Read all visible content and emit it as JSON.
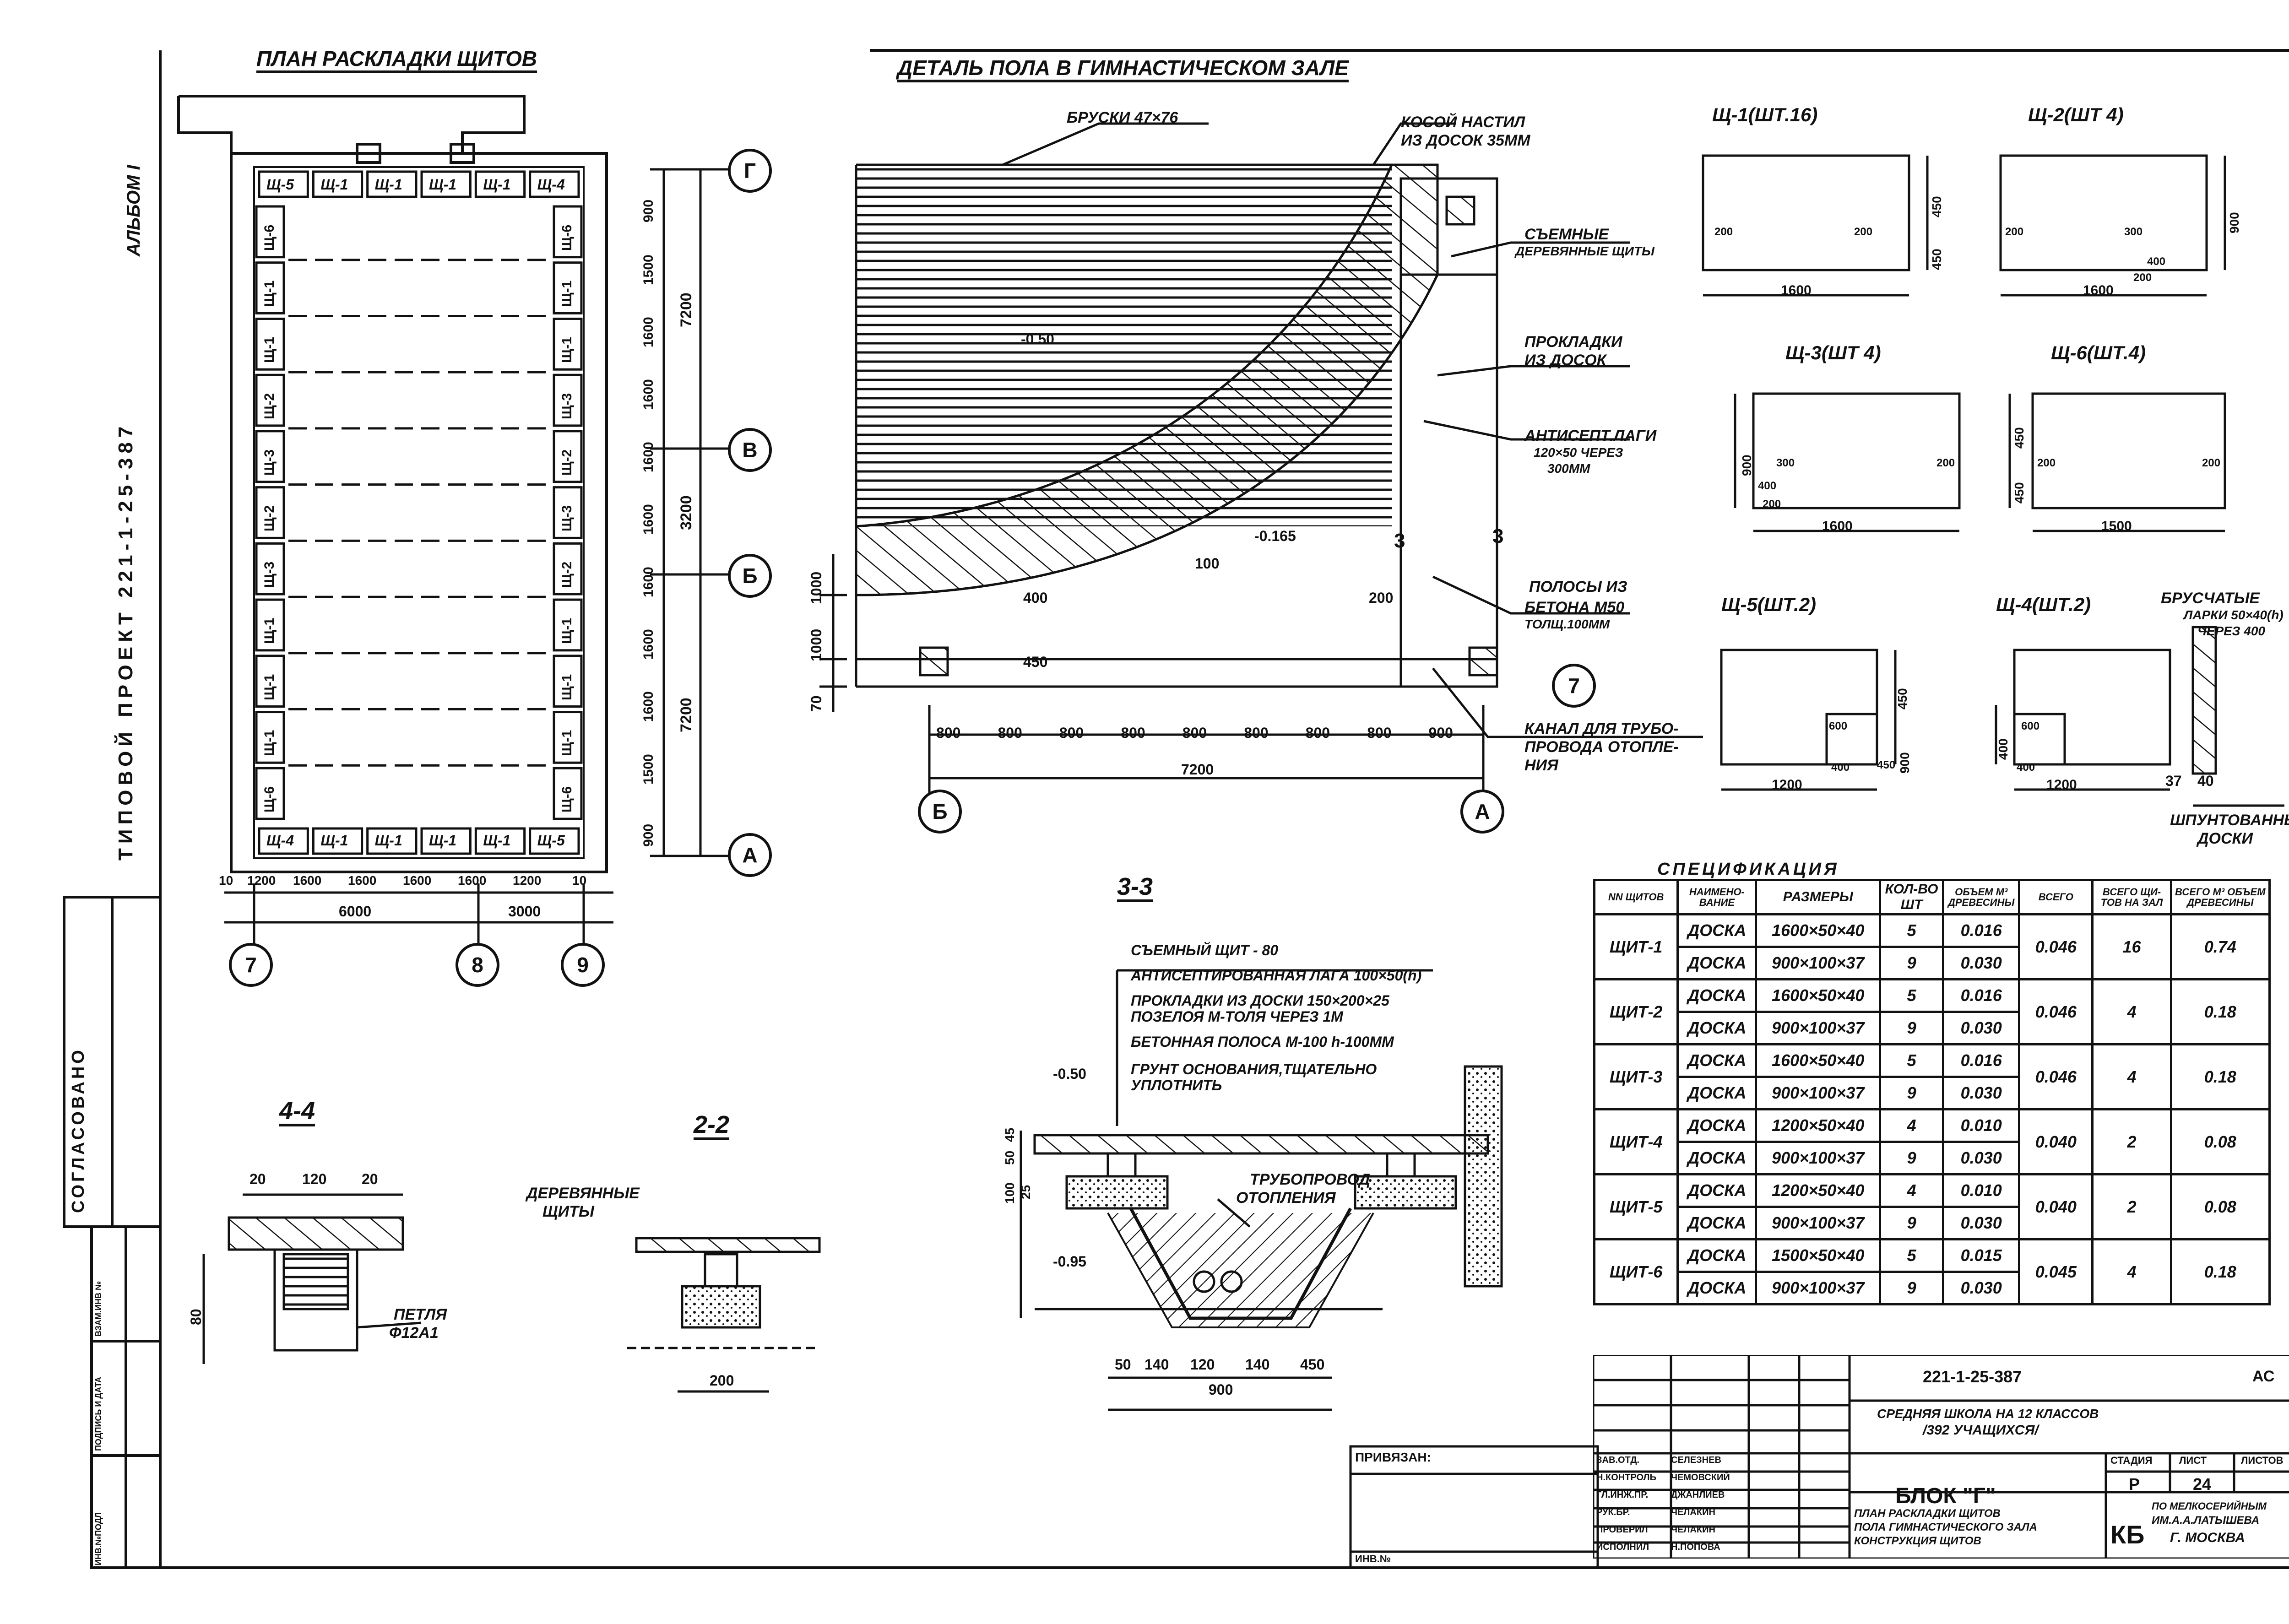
{
  "album_label": "АЛЬБОМ I",
  "project_label": "ТИПОВОЙ ПРОЕКТ 221-1-25-387",
  "agreed_label": "СОГЛАСОВАНО",
  "side_labels": [
    "ИНВ.№ПОДЛ",
    "ПОДПИСЬ И ДАТА",
    "ВЗАМ.ИНВ №"
  ],
  "plan": {
    "title": "ПЛАН РАСКЛАДКИ ЩИТОВ",
    "top_row": [
      "Щ-5",
      "Щ-1",
      "Щ-1",
      "Щ-1",
      "Щ-1",
      "Щ-4"
    ],
    "bottom_row": [
      "Щ-4",
      "Щ-1",
      "Щ-1",
      "Щ-1",
      "Щ-1",
      "Щ-5"
    ],
    "left_col": [
      "Щ-6",
      "Щ-1",
      "Щ-1",
      "Щ-2",
      "Щ-3",
      "Щ-2",
      "Щ-3",
      "Щ-1",
      "Щ-1",
      "Щ-1",
      "Щ-6"
    ],
    "right_col": [
      "Щ-6",
      "Щ-1",
      "Щ-1",
      "Щ-3",
      "Щ-2",
      "Щ-3",
      "Щ-2",
      "Щ-1",
      "Щ-1",
      "Щ-1",
      "Щ-6"
    ],
    "right_dims": [
      "900",
      "1500",
      "1600",
      "1600",
      "1600",
      "1600",
      "1600",
      "1600",
      "1600",
      "1500",
      "900"
    ],
    "right_totals": [
      "7200",
      "3200",
      "7200"
    ],
    "bottom_dims": [
      "10",
      "1200",
      "1600",
      "1600",
      "1600",
      "1600",
      "1200",
      "10"
    ],
    "bottom_totals": [
      "6000",
      "3000"
    ],
    "axes_right": [
      "Г",
      "В",
      "Б",
      "А"
    ],
    "axes_bottom": [
      "7",
      "8",
      "9"
    ]
  },
  "detail": {
    "title": "ДЕТАЛЬ ПОЛА В ГИМНАСТИЧЕСКОМ ЗАЛЕ",
    "labels": {
      "bars": "БРУСКИ 47×76",
      "diagonal_1": "КОСОЙ НАСТИЛ",
      "diagonal_2": "ИЗ ДОСОК 35ММ",
      "removable_1": "СЪЕМНЫЕ",
      "removable_2": "ДЕРЕВЯННЫЕ ЩИТЫ",
      "pads_1": "ПРОКЛАДКИ",
      "pads_2": "ИЗ ДОСОК",
      "lag_1": "АНТИСЕПТ.ЛАГИ",
      "lag_2": "120×50 ЧЕРЕЗ",
      "lag_3": "300ММ",
      "strips_1": "ПОЛОСЫ ИЗ",
      "strips_2": "БЕТОНА М50",
      "strips_3": "ТОЛЩ.100ММ",
      "channel_1": "КАНАЛ ДЛЯ ТРУБО-",
      "channel_2": "ПРОВОДА ОТОПЛЕ-",
      "channel_3": "НИЯ",
      "mark_level": "-0.50",
      "mark_level2": "-0.165",
      "d100": "100",
      "d200": "200",
      "d400": "400",
      "d450": "450",
      "sec_label": "3",
      "left_dims": [
        "1000",
        "1000",
        "70"
      ]
    },
    "bottom_dims": [
      "800",
      "800",
      "800",
      "800",
      "800",
      "800",
      "800",
      "800",
      "900"
    ],
    "total": "7200",
    "axis_left": "Б",
    "axis_right": "А",
    "axis_7": "7"
  },
  "panels": [
    {
      "title": "Щ-1(ШТ.16)",
      "w": "1600",
      "h1": "450",
      "h2": "450",
      "o1": "200",
      "o2": "200"
    },
    {
      "title": "Щ-2(ШТ 4)",
      "w": "1600",
      "h1": "900",
      "o1": "200",
      "o2": "300",
      "o3": "400",
      "o4": "200"
    },
    {
      "title": "Щ-3(ШТ 4)",
      "w": "1600",
      "h1": "900",
      "o1": "400",
      "o2": "300",
      "o3": "200",
      "o4": "200"
    },
    {
      "title": "Щ-6(ШТ.4)",
      "w": "1500",
      "h1": "450",
      "h2": "450",
      "o1": "200",
      "o2": "200"
    },
    {
      "title": "Щ-5(ШТ.2)",
      "w": "1200",
      "h1": "450",
      "h2": "900",
      "o1": "600",
      "o2": "400",
      "o3": "450"
    },
    {
      "title": "Щ-4(ШТ.2)",
      "w": "1200",
      "h1": "400",
      "o1": "600",
      "o2": "400"
    }
  ],
  "bars_note": {
    "l1": "БРУСЧАТЫЕ",
    "l2": "ЛАРКИ 50×40(h)",
    "l3": "ЧЕРЕЗ 400",
    "d1": "37",
    "d2": "40",
    "l4": "ШПУНТОВАННЫЕ",
    "l5": "ДОСКИ"
  },
  "section33": {
    "title": "3-3",
    "layers": [
      "СЪЕМНЫЙ ЩИТ          - 80",
      "АНТИСЕПТИРОВАННАЯ ЛАГА 100×50(h)",
      "ПРОКЛАДКИ ИЗ ДОСКИ 150×200×25",
      "ПОЗЕЛОЯ М-ТОЛЯ ЧЕРЕЗ 1М",
      "БЕТОННАЯ ПОЛОСА М-100 h-100ММ",
      "ГРУНТ ОСНОВАНИЯ,ТЩАТЕЛЬНО",
      "УПЛОТНИТЬ"
    ],
    "pipe_1": "ТРУБОПРОВОД",
    "pipe_2": "ОТОПЛЕНИЯ",
    "mark1": "-0.50",
    "mark2": "-0.95",
    "left_dims": [
      "45",
      "50",
      "100",
      "25"
    ],
    "bottom_dims": [
      "50",
      "140",
      "120",
      "140",
      "450"
    ],
    "total": "900"
  },
  "section44": {
    "title": "4-4",
    "dims": [
      "20",
      "120",
      "20"
    ],
    "h": "80",
    "loop_1": "ПЕТЛЯ",
    "loop_2": "Ф12А1"
  },
  "section22": {
    "title": "2-2",
    "label_1": "ДЕРЕВЯННЫЕ",
    "label_2": "ЩИТЫ",
    "dim": "200"
  },
  "spec": {
    "title": "СПЕЦИФИКАЦИЯ",
    "headers": [
      "NN ЩИТОВ",
      "НАИМЕНО-ВАНИЕ",
      "РАЗМЕРЫ",
      "КОЛ-ВО ШТ",
      "ОБЪЕМ М³ ДРЕВЕСИНЫ",
      "ВСЕГО",
      "ВСЕГО ЩИ-ТОВ НА ЗАЛ",
      "ВСЕГО М³ ОБЪЕМ ДРЕВЕСИНЫ"
    ],
    "rows": [
      {
        "name": "ЩИТ-1",
        "items": [
          [
            "ДОСКА",
            "1600×50×40",
            "5",
            "0.016"
          ],
          [
            "ДОСКА",
            "900×100×37",
            "9",
            "0.030"
          ]
        ],
        "total": "0.046",
        "count": "16",
        "vol": "0.74"
      },
      {
        "name": "ЩИТ-2",
        "items": [
          [
            "ДОСКА",
            "1600×50×40",
            "5",
            "0.016"
          ],
          [
            "ДОСКА",
            "900×100×37",
            "9",
            "0.030"
          ]
        ],
        "total": "0.046",
        "count": "4",
        "vol": "0.18"
      },
      {
        "name": "ЩИТ-3",
        "items": [
          [
            "ДОСКА",
            "1600×50×40",
            "5",
            "0.016"
          ],
          [
            "ДОСКА",
            "900×100×37",
            "9",
            "0.030"
          ]
        ],
        "total": "0.046",
        "count": "4",
        "vol": "0.18"
      },
      {
        "name": "ЩИТ-4",
        "items": [
          [
            "ДОСКА",
            "1200×50×40",
            "4",
            "0.010"
          ],
          [
            "ДОСКА",
            "900×100×37",
            "9",
            "0.030"
          ]
        ],
        "total": "0.040",
        "count": "2",
        "vol": "0.08"
      },
      {
        "name": "ЩИТ-5",
        "items": [
          [
            "ДОСКА",
            "1200×50×40",
            "4",
            "0.010"
          ],
          [
            "ДОСКА",
            "900×100×37",
            "9",
            "0.030"
          ]
        ],
        "total": "0.040",
        "count": "2",
        "vol": "0.08"
      },
      {
        "name": "ЩИТ-6",
        "items": [
          [
            "ДОСКА",
            "1500×50×40",
            "5",
            "0.015"
          ],
          [
            "ДОСКА",
            "900×100×37",
            "9",
            "0.030"
          ]
        ],
        "total": "0.045",
        "count": "4",
        "vol": "0.18"
      }
    ]
  },
  "stamp": {
    "code": "221-1-25-387",
    "sheet_type": "АС",
    "school_1": "СРЕДНЯЯ ШКОЛА НА 12 КЛАССОВ",
    "school_2": "/392 УЧАЩИХСЯ/",
    "block": "БЛОК \"Г\"",
    "desc_1": "ПЛАН РАСКЛАДКИ ЩИТОВ",
    "desc_2": "ПОЛА ГИМНАСТИЧЕСКОГО ЗАЛА",
    "desc_3": "КОНСТРУКЦИЯ ЩИТОВ",
    "stage_h": "СТАДИЯ",
    "sheet_h": "ЛИСТ",
    "sheets_h": "ЛИСТОВ",
    "stage": "Р",
    "sheet": "24",
    "org_1": "КБ",
    "org_2": "ПО МЕЛКОСЕРИЙНЫМ",
    "org_3": "ИМ.А.А.ЛАТЫШЕВА",
    "org_4": "Г. МОСКВА",
    "roles": [
      "ЗАВ.ОТД.",
      "Н.КОНТРОЛЬ",
      "ГЛ.ИНЖ.ПР.",
      "РУК.БР.",
      "ПРОВЕРИЛ",
      "ИСПОЛНИЛ"
    ],
    "names": [
      "СЕЛЕЗНЕВ",
      "ЧЕМОВСКИЙ",
      "ДЖАНЛИЕВ",
      "ЧЕЛАКИН",
      "ЧЕЛАКИН",
      "Н.ПОПОВА"
    ],
    "tied_label": "ПРИВЯЗАН:",
    "inv_label": "ИНВ.№"
  }
}
